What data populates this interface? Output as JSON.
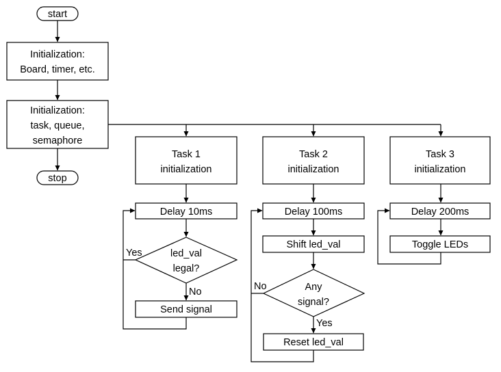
{
  "start_label": "start",
  "init_board": {
    "line1": "Initialization:",
    "line2": "Board, timer, etc."
  },
  "init_rtos": {
    "line1": "Initialization:",
    "line2": "task, queue,",
    "line3": "semaphore"
  },
  "stop_label": "stop",
  "task1": {
    "title": "Task 1",
    "subtitle": "initialization",
    "delay": "Delay 10ms",
    "decision_line1": "led_val",
    "decision_line2": "legal?",
    "yes_label": "Yes",
    "no_label": "No",
    "action": "Send signal"
  },
  "task2": {
    "title": "Task 2",
    "subtitle": "initialization",
    "delay": "Delay 100ms",
    "shift": "Shift led_val",
    "decision_line1": "Any",
    "decision_line2": "signal?",
    "no_label": "No",
    "yes_label": "Yes",
    "reset": "Reset led_val"
  },
  "task3": {
    "title": "Task 3",
    "subtitle": "initialization",
    "delay": "Delay 200ms",
    "toggle": "Toggle LEDs"
  }
}
